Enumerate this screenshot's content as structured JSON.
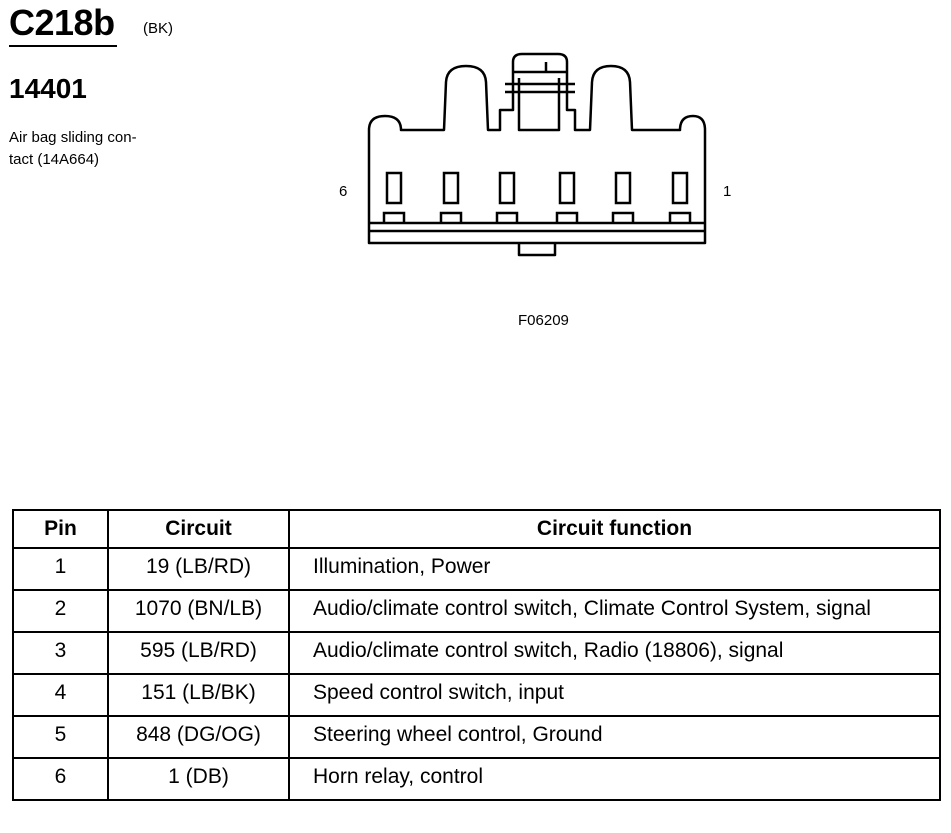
{
  "header": {
    "connector_id": "C218b",
    "connector_color": "(BK)",
    "part_number": "14401",
    "description_lines": [
      "Air bag sliding con-",
      "tact (14A664)"
    ]
  },
  "diagram": {
    "left_pin_label": "6",
    "right_pin_label": "1",
    "figure_id": "F06209",
    "pin_count": 6
  },
  "table": {
    "headers": [
      "Pin",
      "Circuit",
      "Circuit function"
    ],
    "rows": [
      {
        "pin": "1",
        "circuit": "19 (LB/RD)",
        "function": "Illumination, Power"
      },
      {
        "pin": "2",
        "circuit": "1070 (BN/LB)",
        "function": "Audio/climate control switch, Climate Control System, signal"
      },
      {
        "pin": "3",
        "circuit": "595 (LB/RD)",
        "function": "Audio/climate control switch, Radio (18806), signal"
      },
      {
        "pin": "4",
        "circuit": "151 (LB/BK)",
        "function": "Speed control switch, input"
      },
      {
        "pin": "5",
        "circuit": "848 (DG/OG)",
        "function": "Steering wheel control, Ground"
      },
      {
        "pin": "6",
        "circuit": "1 (DB)",
        "function": "Horn relay, control"
      }
    ]
  }
}
